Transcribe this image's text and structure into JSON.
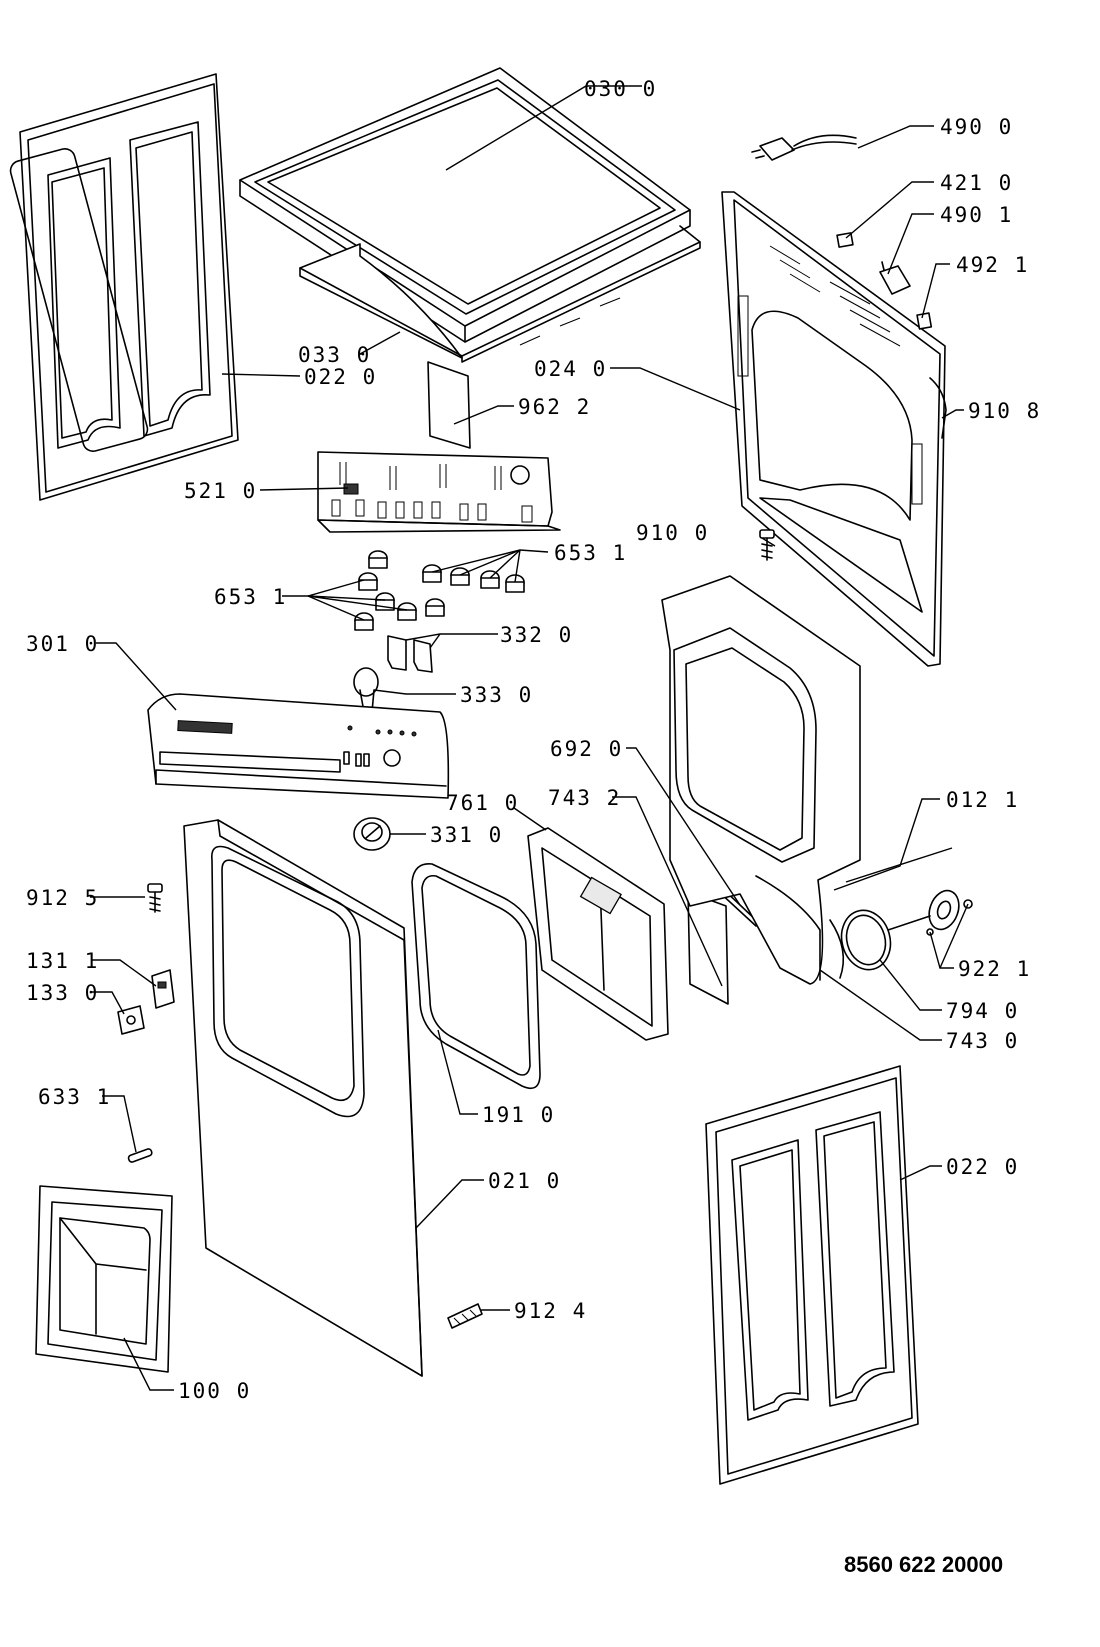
{
  "document_number": "8560 622 20000",
  "callouts": {
    "c0300": "030 0",
    "c4900": "490 0",
    "c4210": "421 0",
    "c4901": "490 1",
    "c4921": "492 1",
    "c0330": "033 0",
    "c0220a": "022 0",
    "c0240": "024 0",
    "c9622": "962 2",
    "c9108": "910 8",
    "c5210": "521 0",
    "c9100": "910 0",
    "c6531a": "653 1",
    "c6531b": "653 1",
    "c3010": "301 0",
    "c3320": "332 0",
    "c3330": "333 0",
    "c6920": "692 0",
    "c7610": "761 0",
    "c7432": "743 2",
    "c3310": "331 0",
    "c0121": "012 1",
    "c9125": "912 5",
    "c1311": "131 1",
    "c1330": "133 0",
    "c9221": "922 1",
    "c7940": "794 0",
    "c7430": "743 0",
    "c1910": "191 0",
    "c6331": "633 1",
    "c0210": "021 0",
    "c0220b": "022 0",
    "c9124": "912 4",
    "c1000": "100 0"
  }
}
